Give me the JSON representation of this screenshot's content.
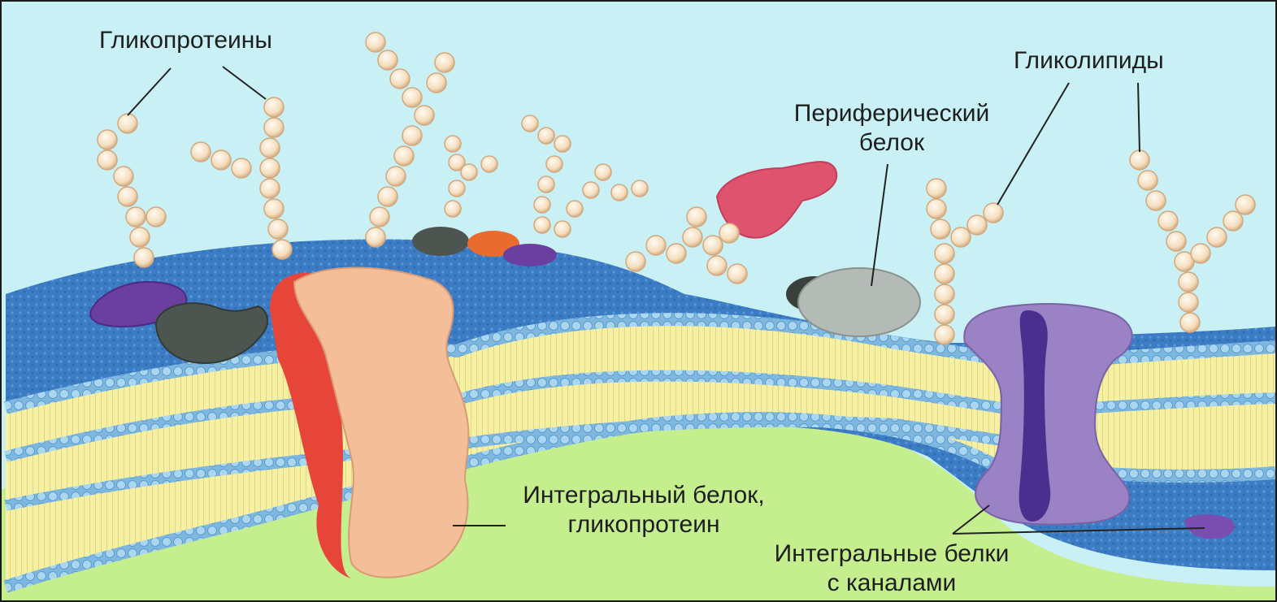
{
  "labels": {
    "glycoproteins": "Гликопротеины",
    "glycolipids": "Гликолипиды",
    "peripheral_line1": "Периферический",
    "peripheral_line2": "белок",
    "integral_line1": "Интегральный белок,",
    "integral_line2": "гликопротеин",
    "channels_line1": "Интегральные белки",
    "channels_line2": "с каналами"
  },
  "colors": {
    "background": "#c9f1f5",
    "cytoplasm": "#c5ee8e",
    "membrane_surface": "#3f7fc7",
    "lipid_core": "#f6f1a9",
    "lipid_heads": "#8cc4e4",
    "integral_protein": "#f4be98",
    "integral_protein_edge": "#e8453a",
    "channel_protein": "#9a82c4",
    "channel_core": "#4a2f8e",
    "peripheral_protein": "#b4bab6",
    "glycan_bead": "#f8e6cb",
    "glycan_bead_edge": "#d8b48c",
    "pink_protein": "#e0536e",
    "dark_protein": "#4c554f",
    "purple_protein": "#6a3fa0",
    "orange_protein": "#ea6b2e"
  },
  "icons": [
    "glycan-chain",
    "integral-protein",
    "channel-protein",
    "peripheral-protein",
    "lipid-bilayer"
  ]
}
